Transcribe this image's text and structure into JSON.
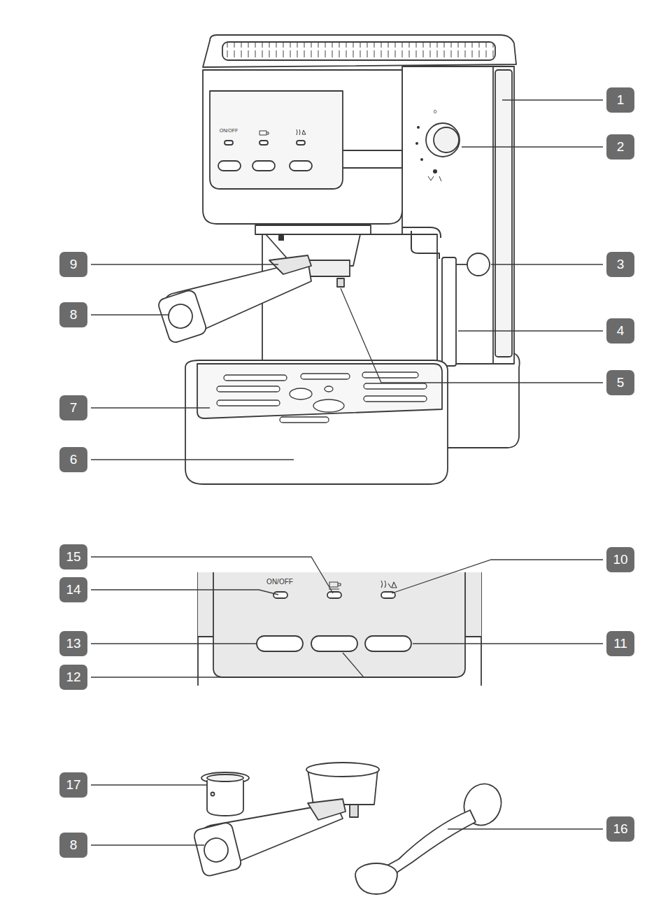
{
  "diagram": {
    "labels": [
      "1",
      "2",
      "ON/OFF",
      "0",
      "9",
      "3",
      "8",
      "4",
      "5",
      "7",
      "6",
      "15",
      "10",
      "14",
      "ON/OFF",
      "13",
      "11",
      "12",
      "17",
      "16",
      "8"
    ]
  }
}
